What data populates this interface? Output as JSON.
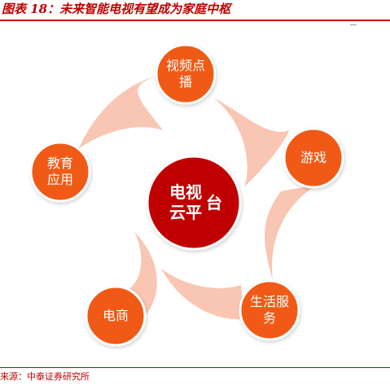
{
  "header": {
    "title": "图表 18：未来智能电视有望成为家庭中枢"
  },
  "diagram": {
    "center": {
      "label": "电视云平台"
    },
    "nodes": [
      {
        "label": "视频点播"
      },
      {
        "label": "游戏"
      },
      {
        "label": "生活服务"
      },
      {
        "label": "电商"
      },
      {
        "label": "教育应用"
      }
    ]
  },
  "footer": {
    "source": "来源：中泰证券研究所"
  },
  "colors": {
    "accent": "#c00000",
    "node_fill": "#f05a14",
    "node_ring": "#ffffff",
    "center_fill": "#c00000",
    "swoosh": "#f7b39a"
  }
}
